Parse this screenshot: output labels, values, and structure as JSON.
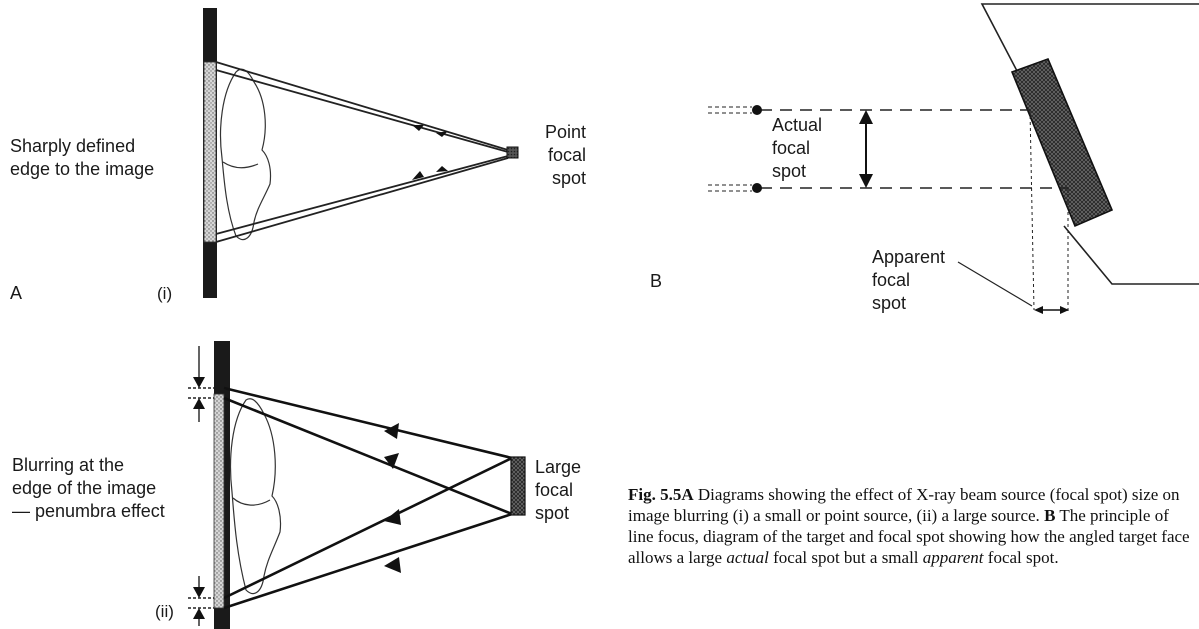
{
  "panel_a": {
    "panel_letter": "A",
    "sub_i": {
      "label": "(i)",
      "image_text": [
        "Sharply defined",
        "edge to the image"
      ],
      "source_text": [
        "Point",
        "focal",
        "spot"
      ]
    },
    "sub_ii": {
      "label": "(ii)",
      "image_text": [
        "Blurring at the",
        "edge of the image",
        "— penumbra effect"
      ],
      "source_text": [
        "Large",
        "focal",
        "spot"
      ]
    }
  },
  "panel_b": {
    "panel_letter": "B",
    "actual_text": [
      "Actual",
      "focal",
      "spot"
    ],
    "apparent_text": [
      "Apparent",
      "focal",
      "spot"
    ]
  },
  "caption": {
    "fig_label": "Fig. 5.5A",
    "text_1": " Diagrams showing the effect of X-ray beam source (focal spot) size on image blurring (i) a small or point source, (ii) a large source. ",
    "b_label": "B",
    "text_2": " The principle of line focus, diagram of the target and focal spot showing how the angled target face allows a large ",
    "em_1": "actual",
    "text_3": " focal spot but a small ",
    "em_2": "apparent",
    "text_4": " focal spot."
  }
}
